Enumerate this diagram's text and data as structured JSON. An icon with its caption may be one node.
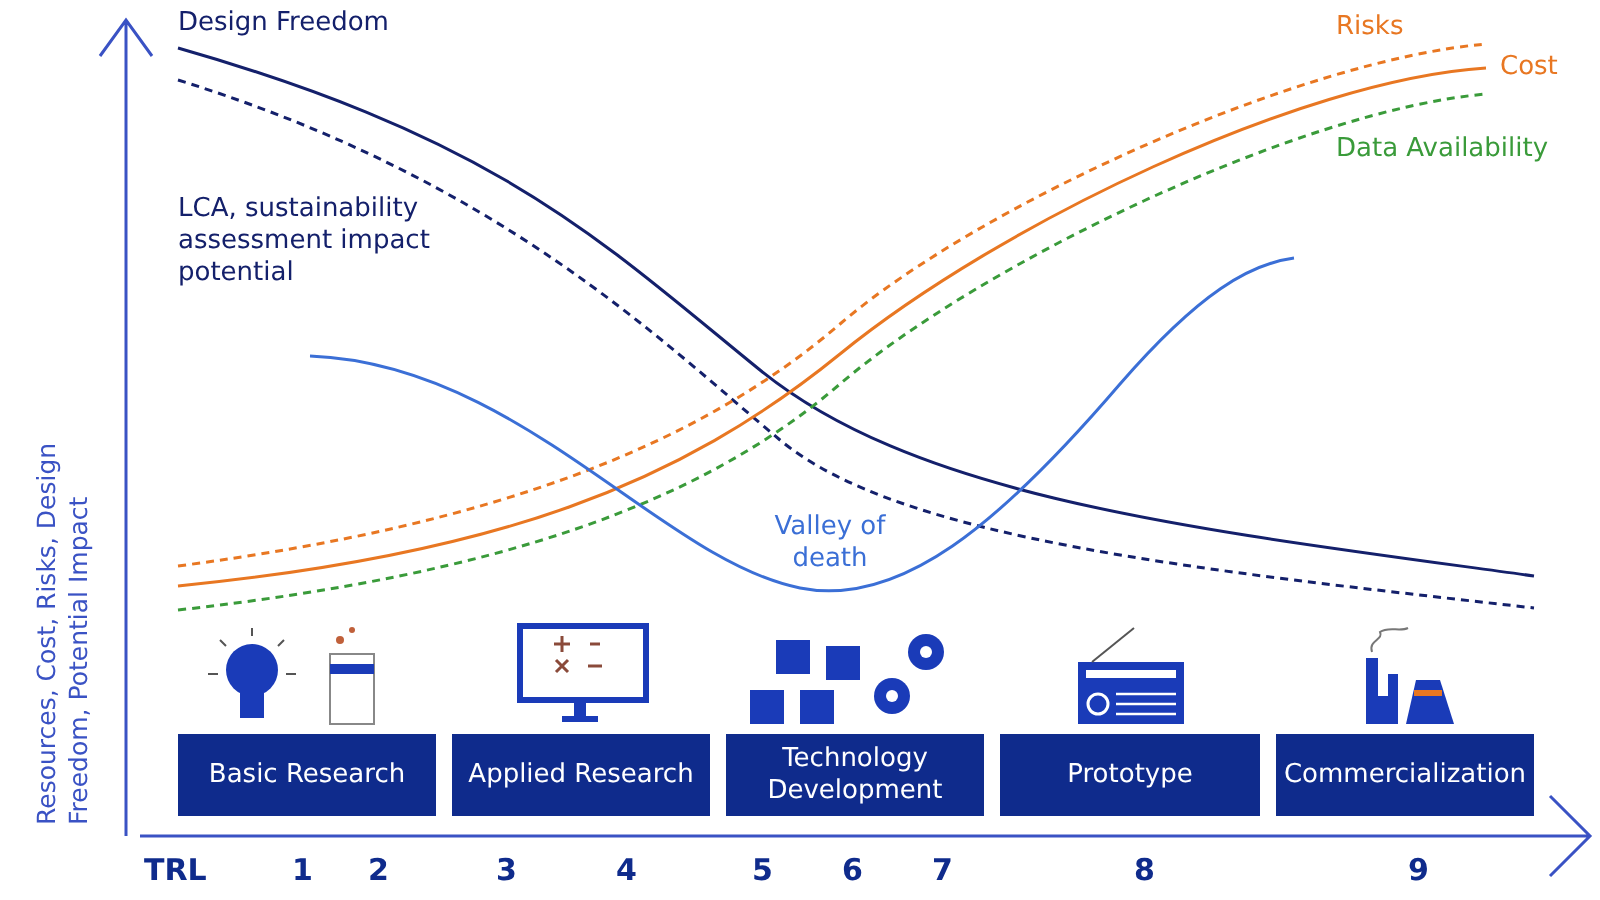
{
  "diagram": {
    "nodes": [
      {
        "text": [
          "Basic Research"
        ]
      },
      {
        "text": [
          "Applied Research"
        ]
      },
      {
        "text": [
          "Technology Development"
        ]
      },
      {
        "text": [
          "Prototype"
        ]
      },
      {
        "text": [
          "Commercialization"
        ]
      }
    ],
    "labels": [
      "Design Freedom",
      "Risks",
      "Cost",
      "Data Availability",
      "LCA, sustainability assessment impact potential",
      "Valley of death",
      "Resources, Cost, Risks, Design Freedom, Potential Impact",
      "TRL",
      "1",
      "2",
      "3",
      "4",
      "5",
      "6",
      "7",
      "8",
      "9"
    ]
  }
}
